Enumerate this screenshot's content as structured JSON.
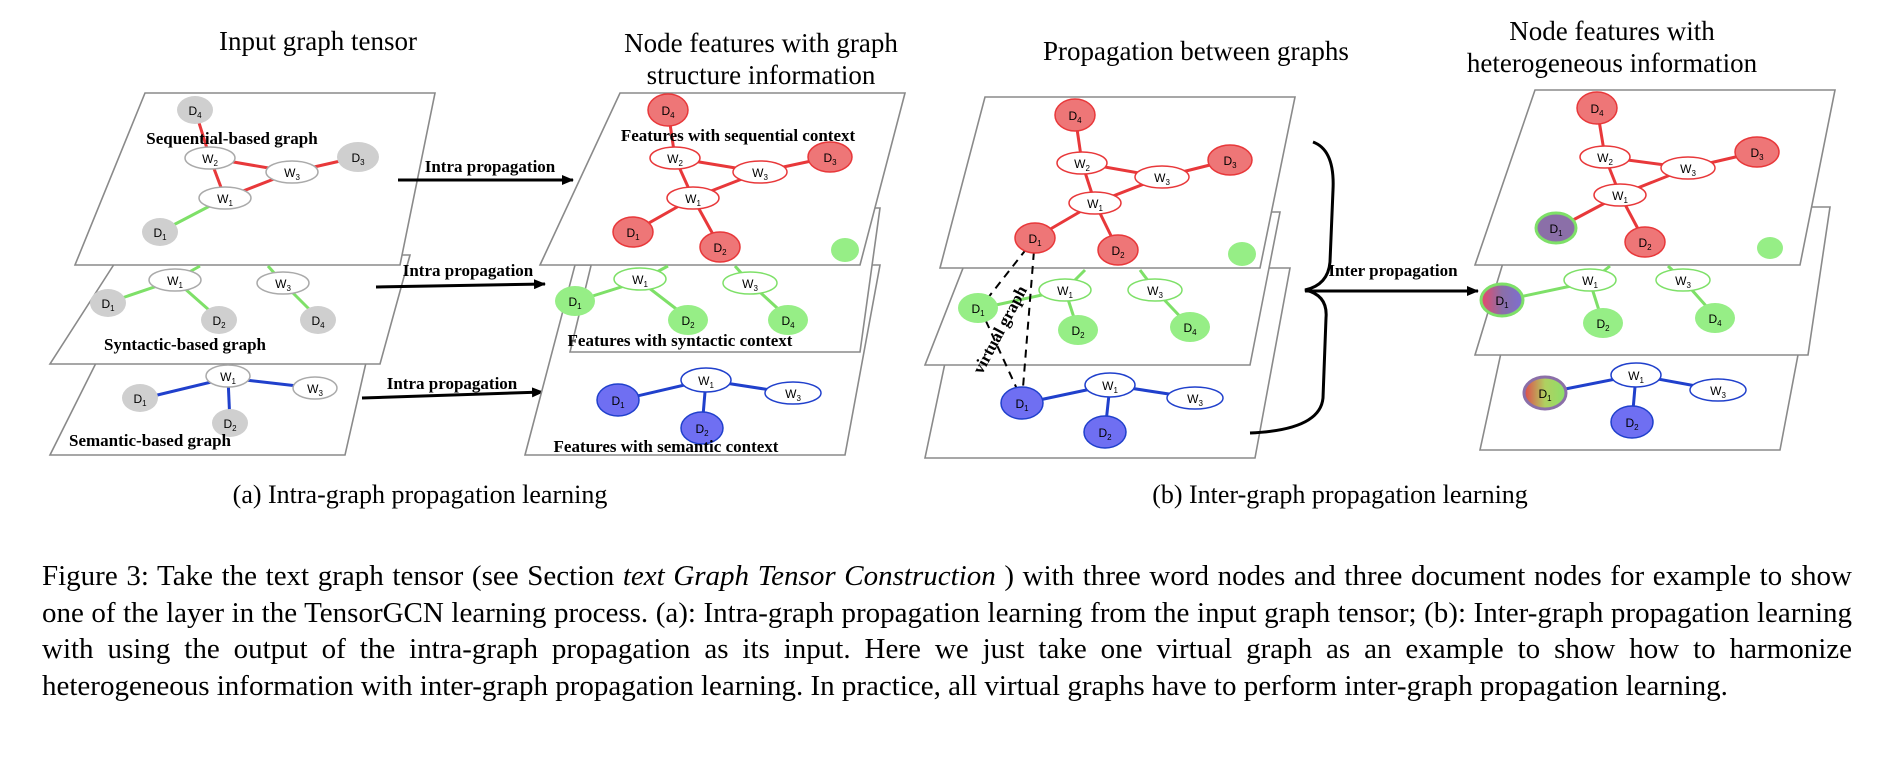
{
  "panel_a": {
    "headers": {
      "input": "Input graph tensor",
      "output_line1": "Node features with graph",
      "output_line2": "structure information"
    },
    "graph_labels": {
      "sequential": "Sequential-based graph",
      "syntactic": "Syntactic-based graph",
      "semantic": "Semantic-based graph"
    },
    "feature_labels": {
      "sequential": "Features with sequential context",
      "syntactic": "Features with syntactic context",
      "semantic": "Features with semantic context"
    },
    "arrow_label": "Intra propagation",
    "caption": "(a)  Intra-graph propagation learning"
  },
  "panel_b": {
    "headers": {
      "propagation": "Propagation between graphs",
      "output_line1": "Node features with",
      "output_line2": "heterogeneous information"
    },
    "virtual_graph_label": "virtual  graph",
    "arrow_label": "Inter propagation",
    "caption": "(b)  Inter-graph propagation learning"
  },
  "nodes": {
    "D1": [
      "D",
      "1"
    ],
    "D2": [
      "D",
      "2"
    ],
    "D3": [
      "D",
      "3"
    ],
    "D4": [
      "D",
      "4"
    ],
    "W1": [
      "W",
      "1"
    ],
    "W2": [
      "W",
      "2"
    ],
    "W3": [
      "W",
      "3"
    ]
  },
  "colors": {
    "sequential": "#e8383a",
    "sequential_fill": "#ee7677",
    "syntactic": "#7ee068",
    "syntactic_fill": "#96ee86",
    "semantic": "#2040cc",
    "semantic_fill": "#6f6ff2",
    "input_node": "#cfcfcf",
    "purple_mix": "#8b6fa8"
  },
  "figure_caption": {
    "part1": "Figure 3: Take the text graph tensor (see Section ",
    "italic": "text Graph Tensor Construction",
    "part2": " ) with three word nodes and three document nodes for example to show one of the layer in the TensorGCN learning process. (a): Intra-graph propagation learning from the input graph tensor; (b): Inter-graph propagation learning with using the output of the intra-graph propagation as its input. Here we just take one virtual graph as an example to show how to harmonize heterogeneous information with inter-graph propagation learning. In practice, all virtual graphs have to perform inter-graph propagation learning."
  }
}
